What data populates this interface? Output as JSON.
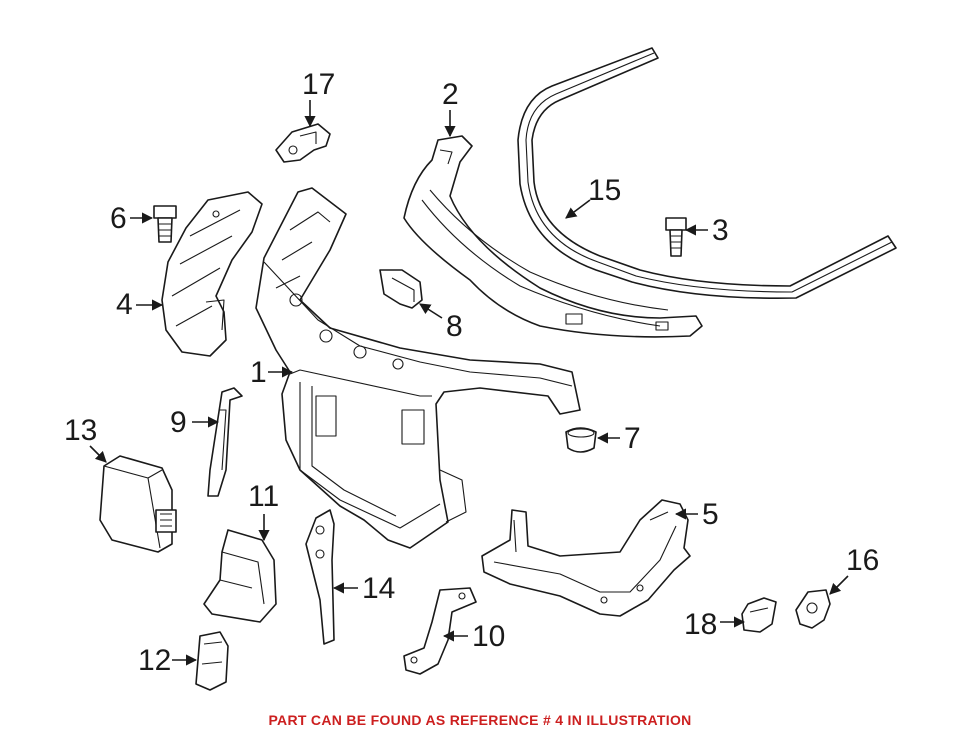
{
  "diagram": {
    "callouts": [
      "1",
      "2",
      "3",
      "4",
      "5",
      "6",
      "7",
      "8",
      "9",
      "10",
      "11",
      "12",
      "13",
      "14",
      "15",
      "16",
      "17",
      "18"
    ]
  },
  "footer": {
    "note": "PART CAN BE FOUND AS REFERENCE # 4 IN ILLUSTRATION",
    "note_color": "#cc1f1f"
  },
  "colors": {
    "line": "#1a1a1a",
    "background": "#ffffff"
  }
}
